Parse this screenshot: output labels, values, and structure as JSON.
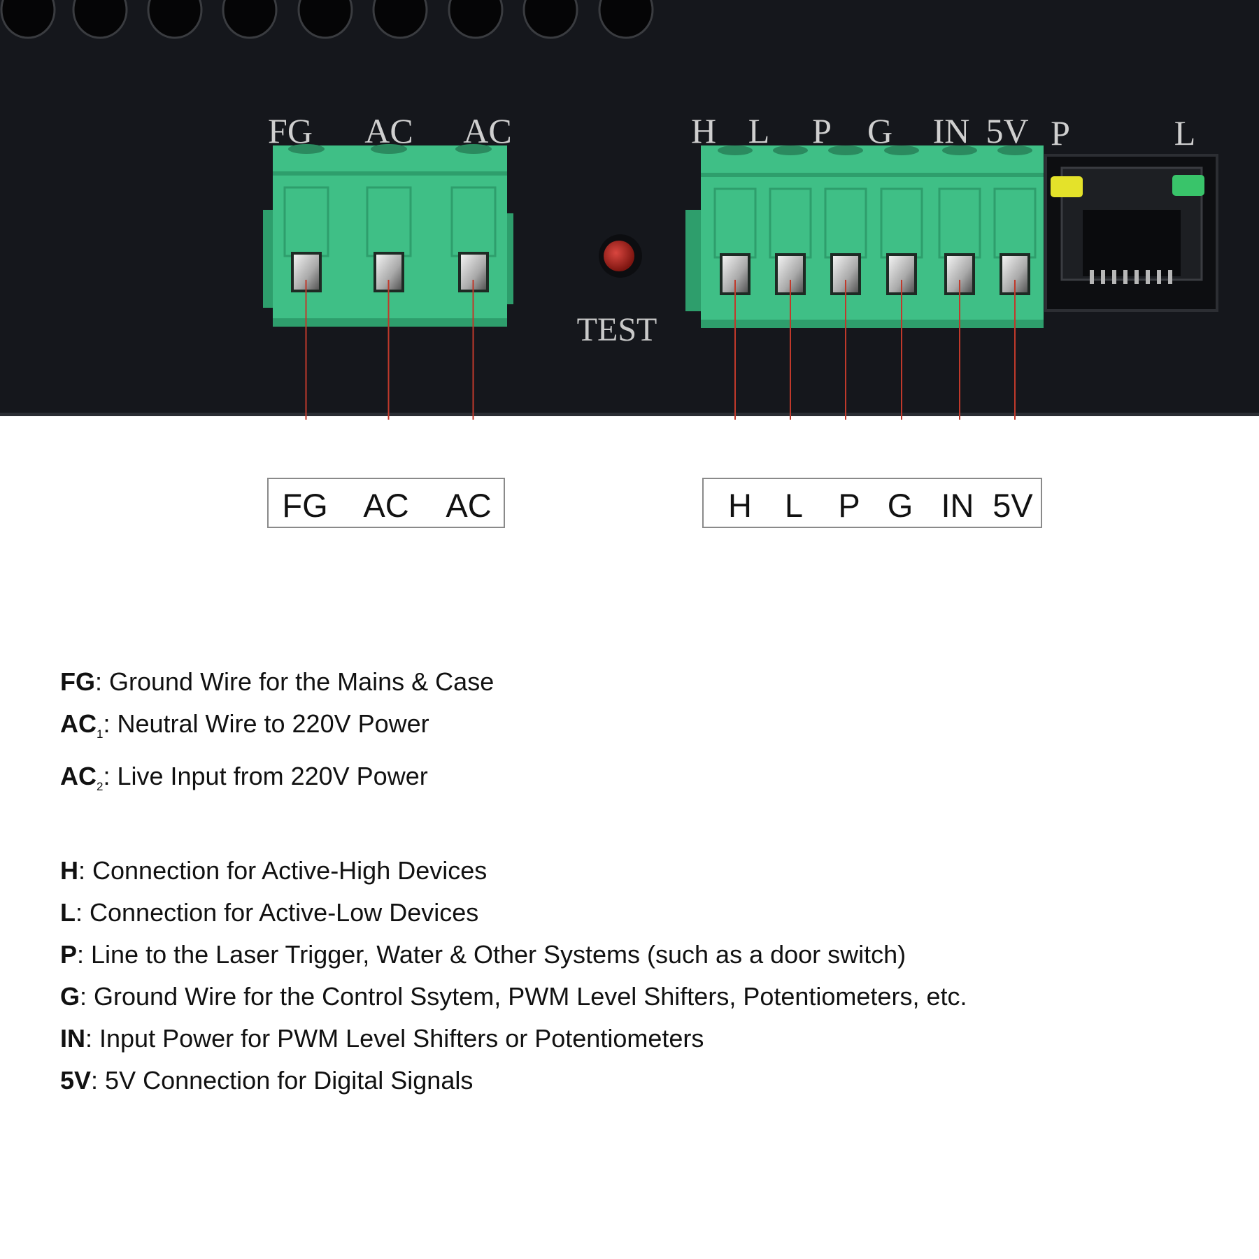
{
  "panel": {
    "left_labels": [
      "FG",
      "AC",
      "AC"
    ],
    "right_labels": [
      "H",
      "L",
      "P",
      "G",
      "IN",
      "5V"
    ],
    "led_labels": [
      "P",
      "L"
    ],
    "test_label": "TEST"
  },
  "callouts": {
    "left": [
      "FG",
      "AC",
      "AC"
    ],
    "right": [
      "H",
      "L",
      "P",
      "G",
      "IN",
      "5V"
    ]
  },
  "legend": {
    "power": [
      {
        "key": "FG",
        "sub": "",
        "text": ": Ground Wire for the Mains & Case"
      },
      {
        "key": "AC",
        "sub": "1",
        "text": ": Neutral Wire to 220V Power"
      },
      {
        "key": "AC",
        "sub": "2",
        "text": ": Live Input from 220V Power"
      }
    ],
    "control": [
      {
        "key": "H",
        "sub": "",
        "text": ": Connection for Active-High Devices"
      },
      {
        "key": "L",
        "sub": "",
        "text": ": Connection for Active-Low Devices"
      },
      {
        "key": "P",
        "sub": "",
        "text": ": Line to the Laser Trigger, Water & Other Systems (such as a door switch)"
      },
      {
        "key": "G",
        "sub": "",
        "text": ": Ground Wire for the Control Ssytem, PWM Level Shifters, Potentiometers, etc."
      },
      {
        "key": "IN",
        "sub": "",
        "text": ": Input Power for PWM Level Shifters or Potentiometers"
      },
      {
        "key": "5V",
        "sub": "",
        "text": ": 5V Connection for Digital Signals"
      }
    ]
  },
  "colors": {
    "panel": "#15171c",
    "terminal": "#3fbf86",
    "terminal_dark": "#2e9e6c",
    "leader": "#c0392b",
    "led_yellow": "#e4e22a",
    "led_green": "#39c46a",
    "test_button": "#b3231d"
  }
}
